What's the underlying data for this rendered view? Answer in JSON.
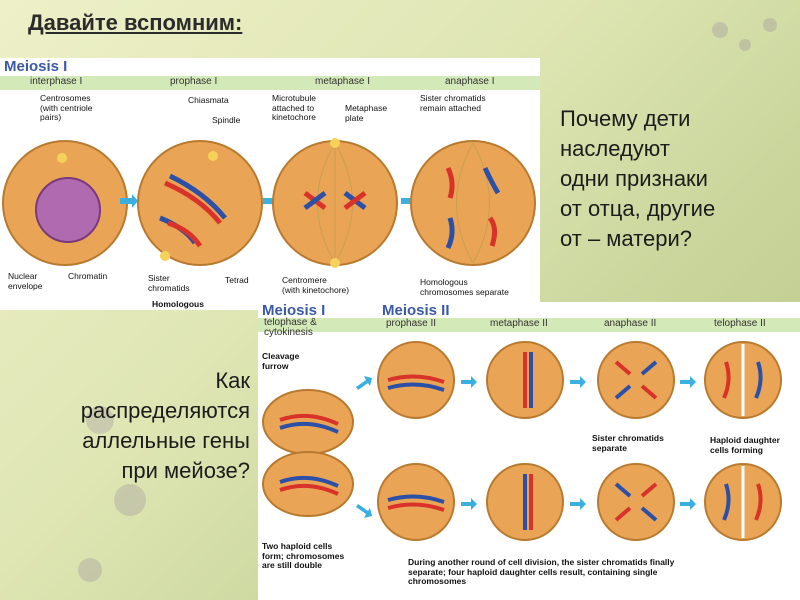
{
  "slide": {
    "title": "Давайте вспомним:",
    "question_heredity": [
      "Почему дети",
      "наследуют",
      "одни признаки",
      "от отца, другие",
      "от – матери?"
    ],
    "question_genes": [
      "Как",
      "распределяются",
      "аллельные гены",
      "при мейозе?"
    ]
  },
  "figure_top": {
    "header": "Meiosis I",
    "stages": [
      "interphase I",
      "prophase I",
      "metaphase I",
      "anaphase I"
    ],
    "labels": {
      "centrosomes": [
        "Centrosomes",
        "(with centriole",
        "pairs)"
      ],
      "chiasmata": "Chiasmata",
      "spindle": "Spindle",
      "microtubule": [
        "Microtubule",
        "attached to",
        "kinetochore"
      ],
      "metaphase_plate": [
        "Metaphase",
        "plate"
      ],
      "sister_attached": [
        "Sister chromatids",
        "remain attached"
      ],
      "nuclear_envelope": [
        "Nuclear",
        "envelope"
      ],
      "chromatin": "Chromatin",
      "sister_chromatids": [
        "Sister",
        "chromatids"
      ],
      "tetrad": "Tetrad",
      "centromere": [
        "Centromere",
        "(with kinetochore)"
      ],
      "homologous_separate": [
        "Homologous",
        "chromosomes separate"
      ],
      "homologous": "Homologous"
    }
  },
  "figure_bottom": {
    "header_1": "Meiosis I",
    "header_2": "Meiosis II",
    "stages": [
      "telophase &",
      "cytokinesis",
      "prophase II",
      "metaphase II",
      "anaphase II",
      "telophase II"
    ],
    "labels": {
      "cleavage": [
        "Cleavage",
        "furrow"
      ],
      "sister_separate": [
        "Sister chromatids",
        "separate"
      ],
      "haploid": [
        "Haploid daughter",
        "cells forming"
      ],
      "two_haploid": [
        "Two haploid cells",
        "form; chromosomes",
        "are still double"
      ],
      "during": [
        "During another round of cell division, the sister chromatids finally",
        "separate; four haploid daughter cells result, containing single",
        "chromosomes"
      ]
    }
  },
  "colors": {
    "cell": "#e9a555",
    "red": "#d9322a",
    "blue": "#2c4fa8",
    "accent": "#3a5aa8"
  }
}
